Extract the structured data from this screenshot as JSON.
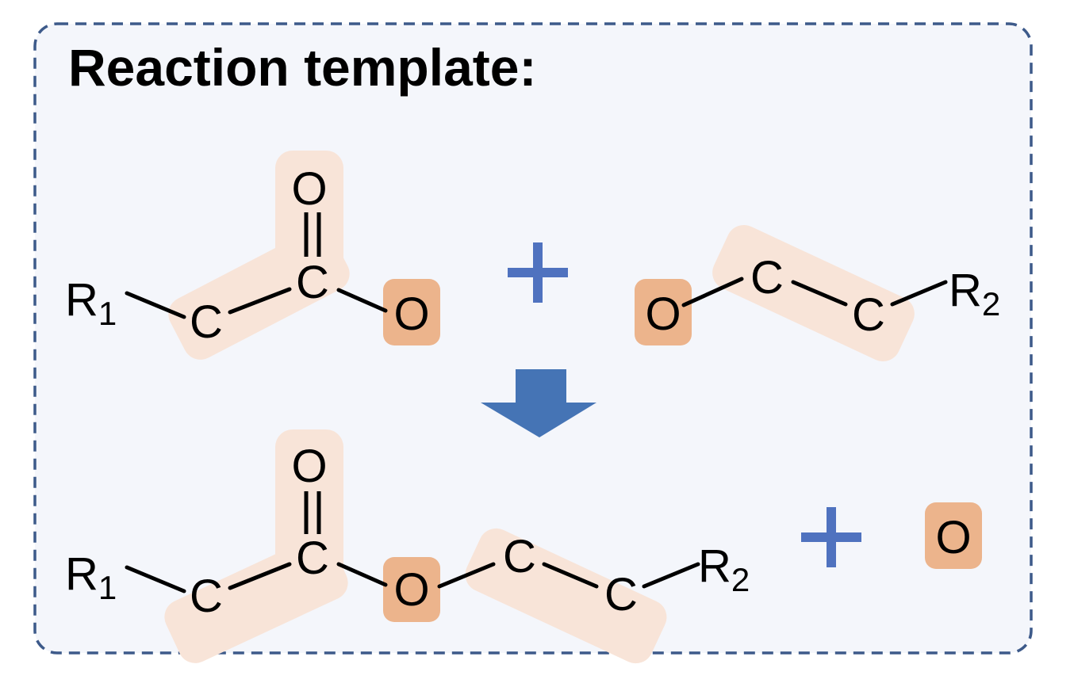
{
  "title": "Reaction template:",
  "colors": {
    "panel_border": "#3d5a8a",
    "panel_fill": "#f4f6fb",
    "highlight_light": "#f8e4d8",
    "highlight_dark": "#ecb48c",
    "operator": "#4f72bf",
    "arrow": "#4574b5",
    "bond": "#000000"
  },
  "labels": {
    "R1": "R",
    "R1_sub": "1",
    "R2": "R",
    "R2_sub": "2",
    "C": "C",
    "O": "O"
  },
  "icons": {
    "plus": "plus-icon",
    "arrow": "arrow-down-icon"
  }
}
